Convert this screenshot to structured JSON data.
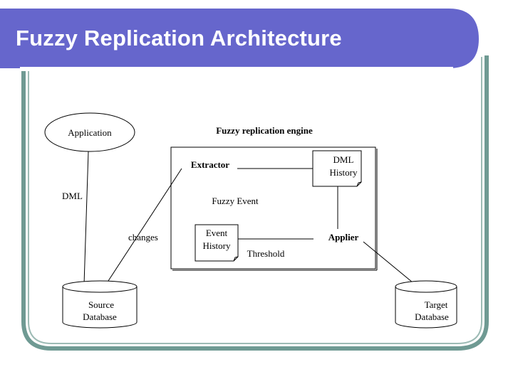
{
  "slide": {
    "title": "Fuzzy Replication Architecture"
  },
  "colors": {
    "banner": "#6666cc",
    "frame": "#6f9a93",
    "frame_light": "#9dbbb5",
    "ink": "#000000"
  },
  "diagram": {
    "application": "Application",
    "engine_label": "Fuzzy replication engine",
    "extractor": "Extractor",
    "dml_history_line1": "DML",
    "dml_history_line2": "History",
    "dml": "DML",
    "fuzzy_event": "Fuzzy Event",
    "changes": "changes",
    "event_history_line1": "Event",
    "event_history_line2": "History",
    "applier": "Applier",
    "threshold": "Threshold",
    "source_db_line1": "Source",
    "source_db_line2": "Database",
    "target_db_line1": "Target",
    "target_db_line2": "Database"
  }
}
